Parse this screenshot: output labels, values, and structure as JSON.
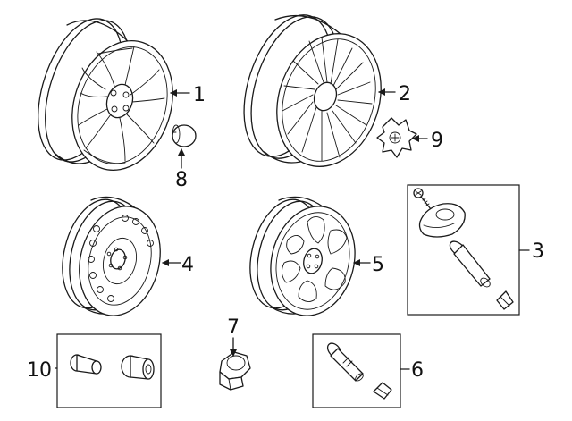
{
  "diagram": {
    "callouts": {
      "c1": "1",
      "c2": "2",
      "c3": "3",
      "c4": "4",
      "c5": "5",
      "c6": "6",
      "c7": "7",
      "c8": "8",
      "c9": "9",
      "c10": "10"
    },
    "parts": [
      {
        "callout": "1",
        "name": "alloy-wheel-split-spoke-icon"
      },
      {
        "callout": "2",
        "name": "alloy-wheel-multi-spoke-icon"
      },
      {
        "callout": "3",
        "name": "tire-pressure-sensor-kit-icon"
      },
      {
        "callout": "4",
        "name": "steel-spare-wheel-icon"
      },
      {
        "callout": "5",
        "name": "steel-wheel-icon"
      },
      {
        "callout": "6",
        "name": "valve-stem-kit-icon"
      },
      {
        "callout": "7",
        "name": "lug-nut-icon"
      },
      {
        "callout": "8",
        "name": "center-cap-icon"
      },
      {
        "callout": "9",
        "name": "center-cap-ornate-icon"
      },
      {
        "callout": "10",
        "name": "wheel-lock-kit-icon"
      }
    ]
  }
}
